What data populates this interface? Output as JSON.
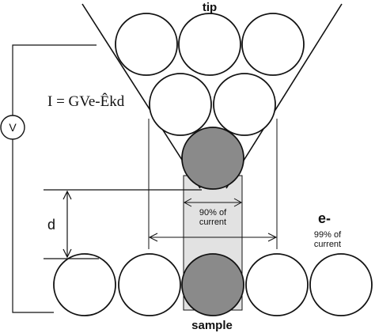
{
  "labels": {
    "tip": "tip",
    "sample": "sample",
    "formula": "I = GVe-Êkd",
    "voltmeter": "V",
    "distance": "d",
    "electron": "e-",
    "current_90_line1": "90% of",
    "current_90_line2": "current",
    "current_99_line1": "99% of",
    "current_99_line2": "current"
  },
  "colors": {
    "stroke": "#111111",
    "atom_fill": "#ffffff",
    "active_atom_fill": "#8a8a8a",
    "channel_fill": "#e2e2e2"
  }
}
